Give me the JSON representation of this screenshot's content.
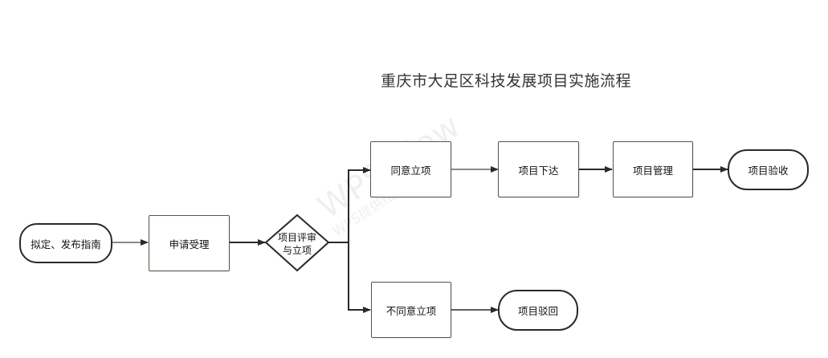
{
  "title": "重庆市大足区科技发展项目实施流程",
  "watermark": {
    "line1": "WPS Flow",
    "line2": "WPS提供绘图能力"
  },
  "nodes": {
    "start": "拟定、发布指南",
    "accept": "申请受理",
    "review": "项目评审与立项",
    "review_line1": "项目评审",
    "review_line2": "与立项",
    "agree": "同意立项",
    "issue": "项目下达",
    "manage": "项目管理",
    "acceptance": "项目验收",
    "disagree": "不同意立项",
    "reject": "项目驳回"
  }
}
